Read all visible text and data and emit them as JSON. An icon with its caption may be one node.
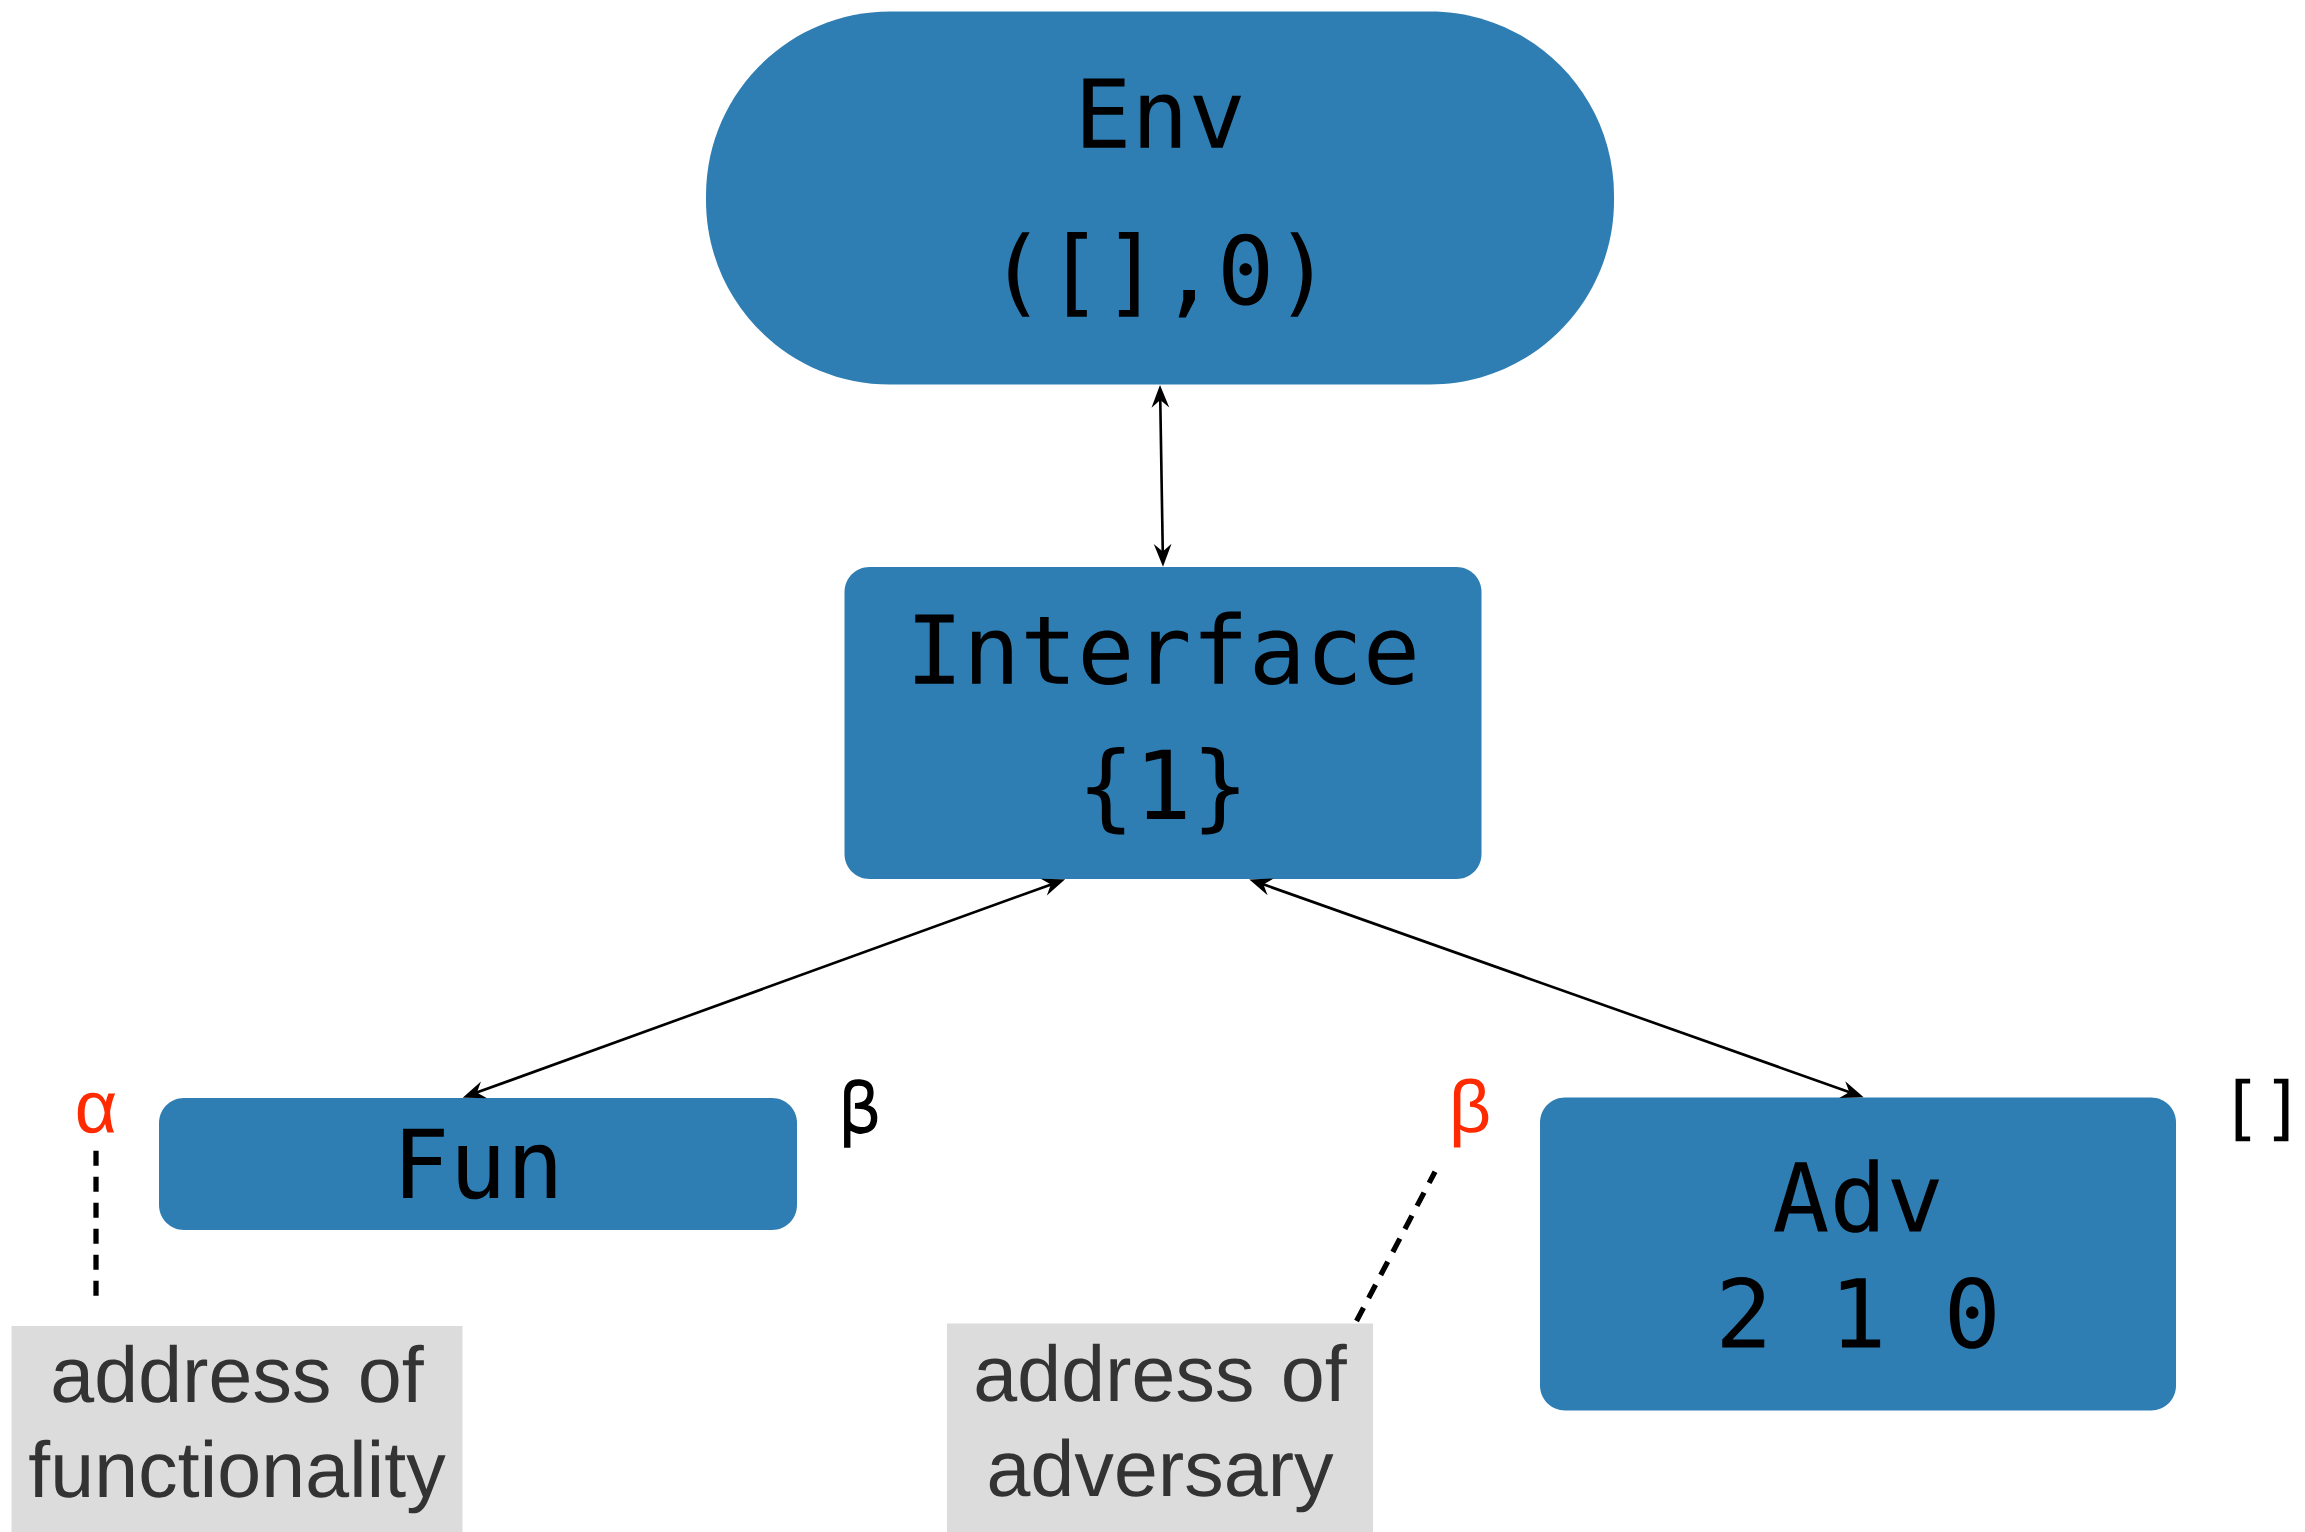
{
  "diagram": {
    "nodes": [
      {
        "text": [
          "Env",
          "([],0)"
        ]
      },
      {
        "text": [
          "Interface",
          "{1}"
        ]
      },
      {
        "text": [
          "α"
        ]
      },
      {
        "text": [
          "Fun"
        ],
        "beside": [
          "β"
        ]
      },
      {
        "text": [
          "β"
        ]
      },
      {
        "text": [
          "Adv",
          "2 1 0"
        ],
        "beside": [
          "[]"
        ]
      },
      {
        "text": [
          "address of functionality"
        ]
      },
      {
        "text": [
          "address of adversary"
        ]
      }
    ],
    "edges": [
      {
        "from": 0,
        "to": 1,
        "arrow": "both"
      },
      {
        "from": 1,
        "to": 3,
        "arrow": "both"
      },
      {
        "from": 1,
        "to": 5,
        "arrow": "both"
      },
      {
        "from": 6,
        "to": 2,
        "arrow": "none",
        "style": "dashed"
      },
      {
        "from": 7,
        "to": 4,
        "arrow": "none",
        "style": "dashed"
      }
    ]
  }
}
